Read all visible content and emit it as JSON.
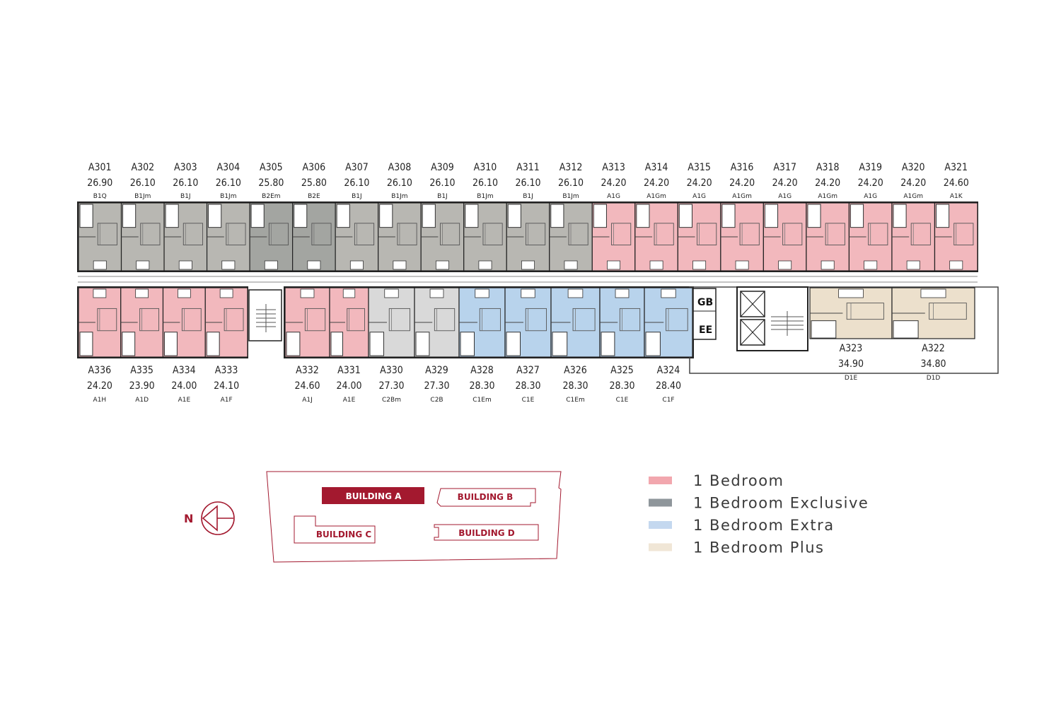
{
  "colors": {
    "one_bedroom": "#f2b8bd",
    "exclusive": "#b8b7b2",
    "exclusive_dark": "#a3a5a1",
    "extra": "#b8d3ec",
    "plus": "#ece0cc",
    "neutral": "#d9d9d9",
    "accent": "#a3192f",
    "legend_exclusive": "#8f969b",
    "legend_extra": "#c4d8ef",
    "legend_plus": "#f0e6d6",
    "legend_one_bedroom": "#f2a7ae"
  },
  "top_units": [
    {
      "id": "A301",
      "area": "26.90",
      "type": "B1Q",
      "color": "exclusive"
    },
    {
      "id": "A302",
      "area": "26.10",
      "type": "B1Jm",
      "color": "exclusive"
    },
    {
      "id": "A303",
      "area": "26.10",
      "type": "B1J",
      "color": "exclusive"
    },
    {
      "id": "A304",
      "area": "26.10",
      "type": "B1Jm",
      "color": "exclusive"
    },
    {
      "id": "A305",
      "area": "25.80",
      "type": "B2Em",
      "color": "exclusive_dark"
    },
    {
      "id": "A306",
      "area": "25.80",
      "type": "B2E",
      "color": "exclusive_dark"
    },
    {
      "id": "A307",
      "area": "26.10",
      "type": "B1J",
      "color": "exclusive"
    },
    {
      "id": "A308",
      "area": "26.10",
      "type": "B1Jm",
      "color": "exclusive"
    },
    {
      "id": "A309",
      "area": "26.10",
      "type": "B1J",
      "color": "exclusive"
    },
    {
      "id": "A310",
      "area": "26.10",
      "type": "B1Jm",
      "color": "exclusive"
    },
    {
      "id": "A311",
      "area": "26.10",
      "type": "B1J",
      "color": "exclusive"
    },
    {
      "id": "A312",
      "area": "26.10",
      "type": "B1Jm",
      "color": "exclusive"
    },
    {
      "id": "A313",
      "area": "24.20",
      "type": "A1G",
      "color": "one_bedroom"
    },
    {
      "id": "A314",
      "area": "24.20",
      "type": "A1Gm",
      "color": "one_bedroom"
    },
    {
      "id": "A315",
      "area": "24.20",
      "type": "A1G",
      "color": "one_bedroom"
    },
    {
      "id": "A316",
      "area": "24.20",
      "type": "A1Gm",
      "color": "one_bedroom"
    },
    {
      "id": "A317",
      "area": "24.20",
      "type": "A1G",
      "color": "one_bedroom"
    },
    {
      "id": "A318",
      "area": "24.20",
      "type": "A1Gm",
      "color": "one_bedroom"
    },
    {
      "id": "A319",
      "area": "24.20",
      "type": "A1G",
      "color": "one_bedroom"
    },
    {
      "id": "A320",
      "area": "24.20",
      "type": "A1Gm",
      "color": "one_bedroom"
    },
    {
      "id": "A321",
      "area": "24.60",
      "type": "A1K",
      "color": "one_bedroom"
    }
  ],
  "bottom_units": [
    {
      "id": "A336",
      "area": "24.20",
      "type": "A1H",
      "color": "one_bedroom"
    },
    {
      "id": "A335",
      "area": "23.90",
      "type": "A1D",
      "color": "one_bedroom"
    },
    {
      "id": "A334",
      "area": "24.00",
      "type": "A1E",
      "color": "one_bedroom"
    },
    {
      "id": "A333",
      "area": "24.10",
      "type": "A1F",
      "color": "one_bedroom"
    },
    {
      "id": "A332",
      "area": "24.60",
      "type": "A1J",
      "color": "one_bedroom"
    },
    {
      "id": "A331",
      "area": "24.00",
      "type": "A1E",
      "color": "one_bedroom"
    },
    {
      "id": "A330",
      "area": "27.30",
      "type": "C2Bm",
      "color": "neutral"
    },
    {
      "id": "A329",
      "area": "27.30",
      "type": "C2B",
      "color": "neutral"
    },
    {
      "id": "A328",
      "area": "28.30",
      "type": "C1Em",
      "color": "extra"
    },
    {
      "id": "A327",
      "area": "28.30",
      "type": "C1E",
      "color": "extra"
    },
    {
      "id": "A326",
      "area": "28.30",
      "type": "C1Em",
      "color": "extra"
    },
    {
      "id": "A325",
      "area": "28.30",
      "type": "C1E",
      "color": "extra"
    },
    {
      "id": "A324",
      "area": "28.40",
      "type": "C1F",
      "color": "extra"
    }
  ],
  "plus_units": [
    {
      "id": "A323",
      "area": "34.90",
      "type": "D1E",
      "color": "plus"
    },
    {
      "id": "A322",
      "area": "34.80",
      "type": "D1D",
      "color": "plus"
    }
  ],
  "core_labels": {
    "gb": "GB",
    "ee": "EE"
  },
  "key_plan": {
    "north": "N",
    "building_a": "BUILDING A",
    "building_b": "BUILDING B",
    "building_c": "BUILDING C",
    "building_d": "BUILDING D"
  },
  "legend": [
    {
      "label": "1 Bedroom",
      "color": "legend_one_bedroom"
    },
    {
      "label": "1 Bedroom Exclusive",
      "color": "legend_exclusive"
    },
    {
      "label": "1 Bedroom Extra",
      "color": "legend_extra"
    },
    {
      "label": "1 Bedroom Plus",
      "color": "legend_plus"
    }
  ]
}
